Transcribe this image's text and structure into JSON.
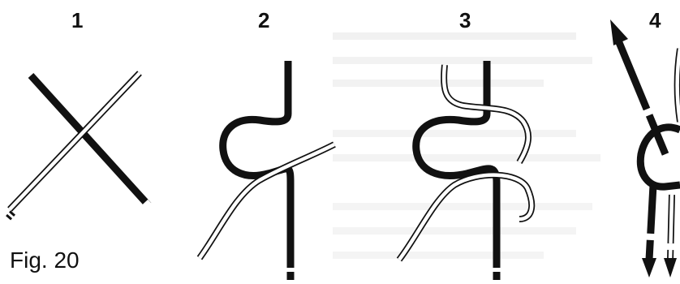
{
  "figure": {
    "caption": "Fig. 20",
    "steps": [
      {
        "number": "1"
      },
      {
        "number": "2"
      },
      {
        "number": "3"
      },
      {
        "number": "4"
      }
    ]
  }
}
